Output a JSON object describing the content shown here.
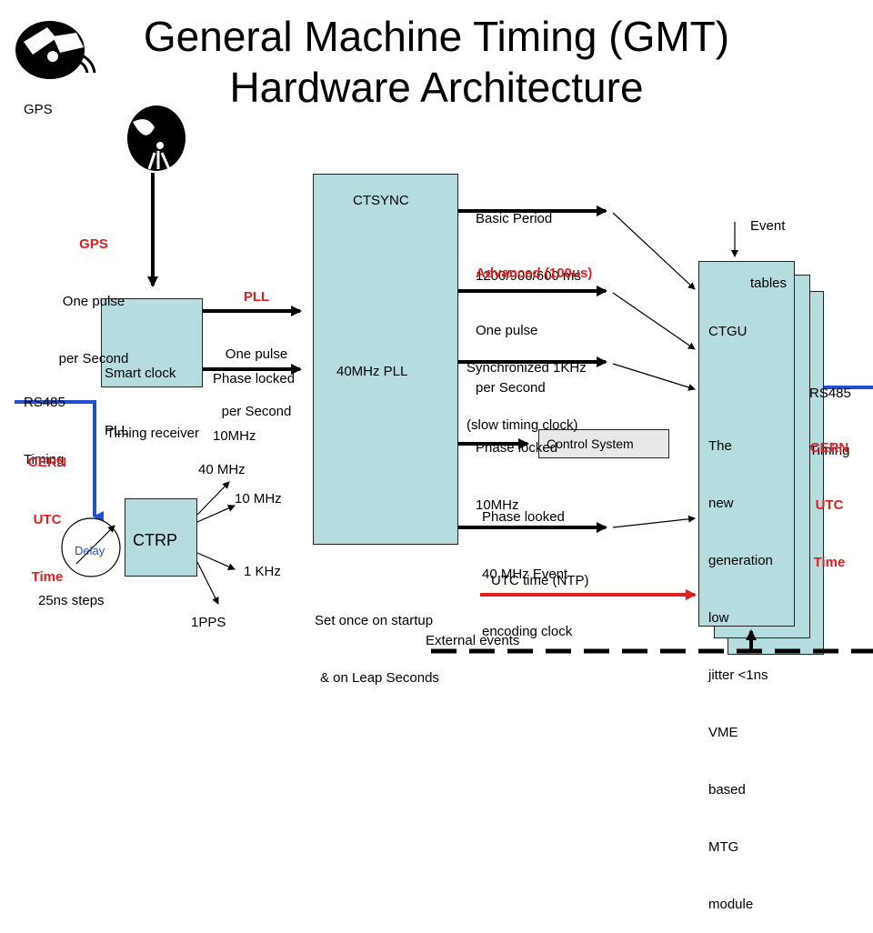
{
  "title": {
    "line1": "General Machine Timing (GMT)",
    "line2": "Hardware Architecture"
  },
  "gps_label": "GPS",
  "gps_pulse": {
    "heading": "GPS",
    "line1": "One pulse",
    "line2": "per Second"
  },
  "pll_pulse": {
    "heading": "PLL",
    "line1": "One pulse",
    "line2": "per Second"
  },
  "phase_locked_left": {
    "line1": "Phase locked",
    "line2": "10MHz"
  },
  "smart_clock": {
    "line1": "Smart clock",
    "line2": "PLL"
  },
  "rs485_left": {
    "line1": "RS485",
    "line2": "Timing"
  },
  "cern_left": {
    "line1": "CERN",
    "line2": "UTC",
    "line3": "Time"
  },
  "timing_receiver": "Timing receiver",
  "ctrp": "CTRP",
  "delay": "Delay",
  "steps": "25ns steps",
  "outputs": {
    "mhz40": "40 MHz",
    "mhz10": "10 MHz",
    "khz1": "1 KHz",
    "pps": "1PPS"
  },
  "ctsync": {
    "name": "CTSYNC",
    "pll": "40MHz PLL"
  },
  "basic_period": {
    "line1": "Basic Period",
    "line2": "1200/900/600 ms"
  },
  "advanced": {
    "heading": "Advanced (100us)",
    "line1": "One pulse",
    "line2": "per Second"
  },
  "sync_1khz": {
    "line1": "Synchronized 1KHz",
    "line2": "(slow timing clock)"
  },
  "phase_locked_right": {
    "line1": "Phase locked",
    "line2": "10MHz"
  },
  "control_system": "Control System",
  "phase_looked": {
    "line1": "Phase looked",
    "line2": "40 MHz Event",
    "line3": "encoding clock"
  },
  "set_once": {
    "line1": "Set once on startup",
    "line2": "& on Leap Seconds"
  },
  "utc_ntp": "UTC time (NTP)",
  "external_events": "External events",
  "event_tables": {
    "line1": "Event",
    "line2": "tables"
  },
  "ctgu": {
    "line1": "CTGU",
    "line2": "",
    "line3": "The",
    "line4": "new",
    "line5": "generation",
    "line6": "low",
    "line7": "jitter <1ns",
    "line8": "VME",
    "line9": "based",
    "line10": "MTG",
    "line11": "module"
  },
  "rs485_right": {
    "line1": "RS485",
    "line2": "Timing"
  },
  "cern_right": {
    "line1": "CERN",
    "line2": "UTC",
    "line3": "Time"
  },
  "colors": {
    "box_fill": "#b5dde0",
    "red": "#e02020",
    "blue": "#2050d0"
  },
  "icons": [
    "satellite-icon",
    "satellite-dish-icon"
  ]
}
